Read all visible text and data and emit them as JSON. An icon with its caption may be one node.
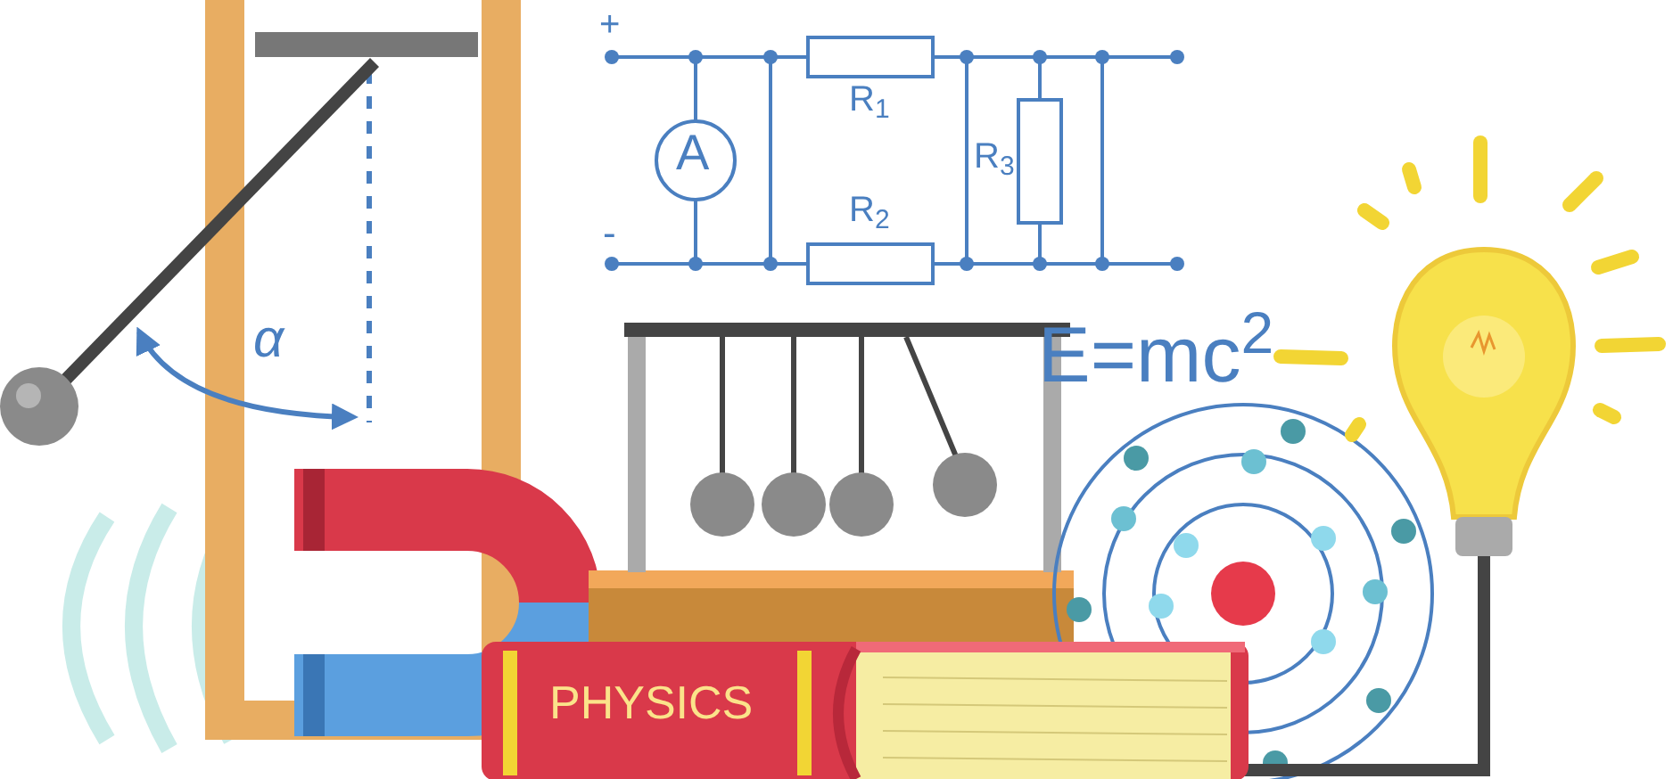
{
  "diagram": {
    "labels": [
      "+",
      "R$_{1}$",
      "A",
      "R$_{3}$",
      "R$_{2}$",
      "-",
      "E=mc$^{2}$",
      "α",
      "PHYSICS"
    ]
  }
}
